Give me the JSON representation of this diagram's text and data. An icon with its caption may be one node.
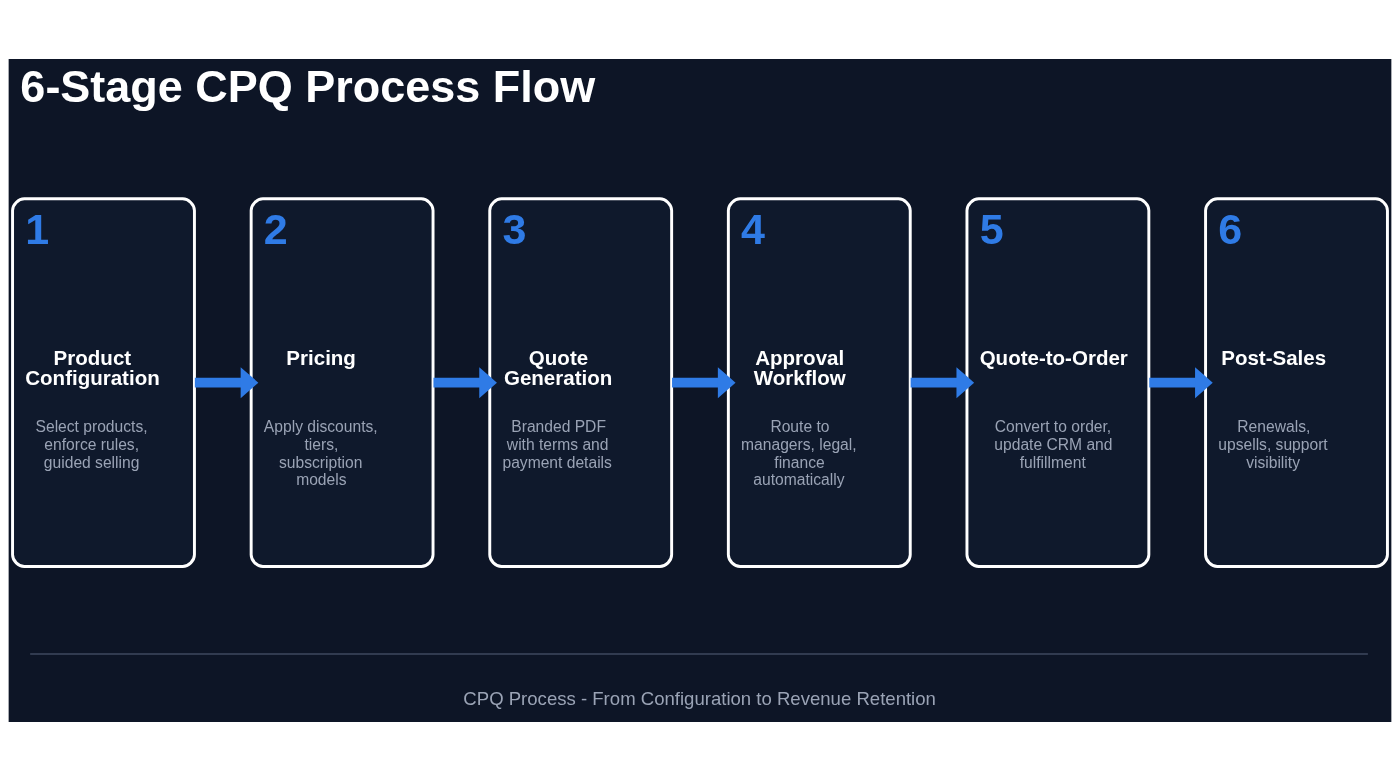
{
  "diagram": {
    "title": "6-Stage CPQ Process Flow",
    "caption": "CPQ Process - From Configuration to Revenue Retention",
    "nodes": [
      {
        "text": [
          "1",
          "Product Configuration",
          "Select products, enforce rules, guided selling"
        ]
      },
      {
        "text": [
          "2",
          "Pricing",
          "Apply discounts, tiers, subscription models"
        ]
      },
      {
        "text": [
          "3",
          "Quote Generation",
          "Branded PDF with terms and payment details"
        ]
      },
      {
        "text": [
          "4",
          "Approval Workflow",
          "Route to managers, legal, finance automatically"
        ]
      },
      {
        "text": [
          "5",
          "Quote-to-Order",
          "Convert to order, update CRM and fulfillment"
        ]
      },
      {
        "text": [
          "6",
          "Post-Sales",
          "Renewals, upsells, support visibility"
        ]
      }
    ],
    "edges": [
      {
        "from": 0,
        "to": 1,
        "arrow": "to"
      },
      {
        "from": 1,
        "to": 2,
        "arrow": "to"
      },
      {
        "from": 2,
        "to": 3,
        "arrow": "to"
      },
      {
        "from": 3,
        "to": 4,
        "arrow": "to"
      },
      {
        "from": 4,
        "to": 5,
        "arrow": "to"
      }
    ]
  }
}
